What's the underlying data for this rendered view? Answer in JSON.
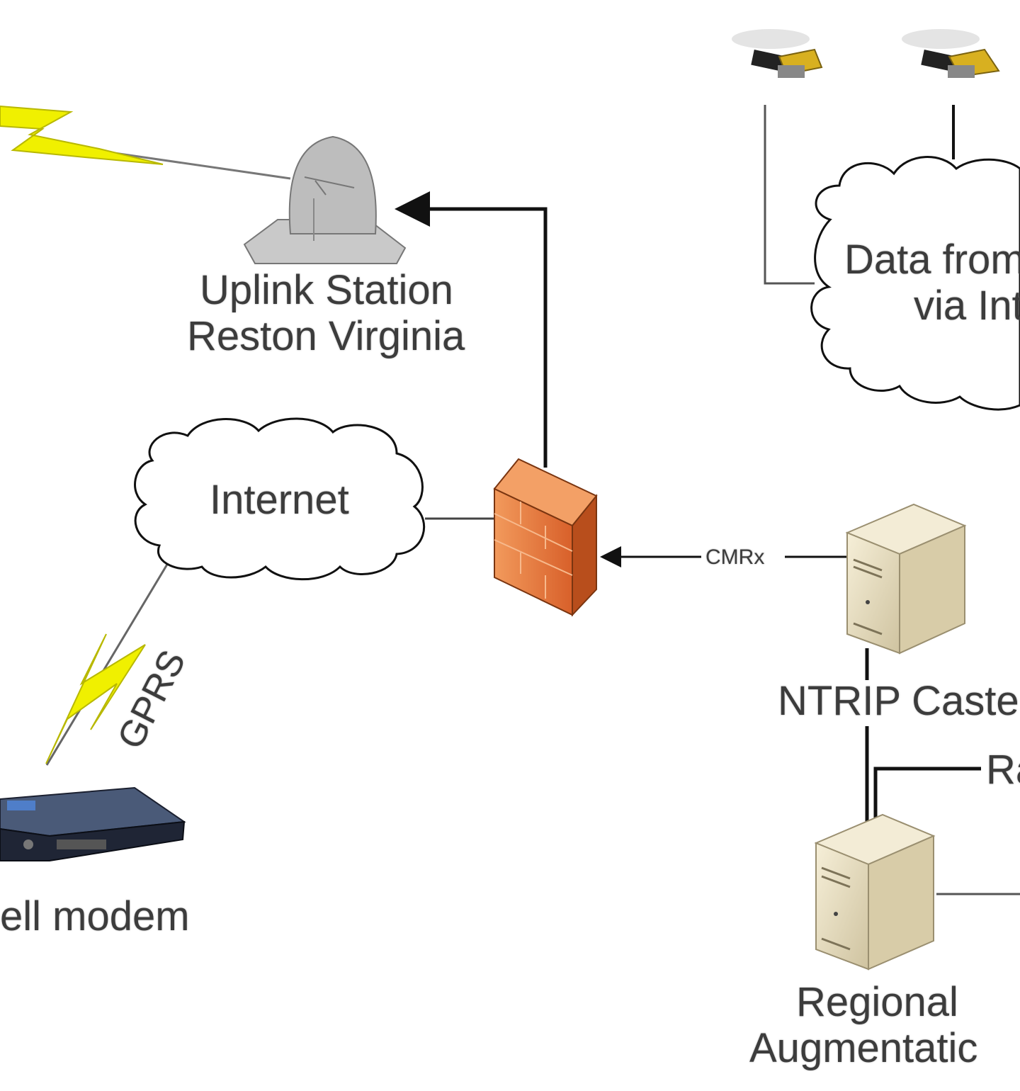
{
  "diagram": {
    "uplink_line1": "Uplink Station",
    "uplink_line2": "Reston Virginia",
    "cloud_data_line1": "Data from",
    "cloud_data_line2": "via Int",
    "internet": "Internet",
    "cmrx": "CMRx",
    "ntrip": "NTRIP Caste",
    "gprs": "GPRS",
    "cell_modem": "ell modem",
    "ra_label": "Ra",
    "regional_line1": "Regional",
    "regional_line2": "Augmentatic"
  },
  "colors": {
    "firewall": "#e8783a",
    "lightning": "#f0f000",
    "server": "#ece3c6",
    "dish": "#bdbdbd"
  },
  "icons": [
    "satellite-dish-icon",
    "lightning-icon",
    "cloud-icon",
    "firewall-icon",
    "server-icon",
    "cell-modem-icon",
    "gps-antenna-icon"
  ]
}
